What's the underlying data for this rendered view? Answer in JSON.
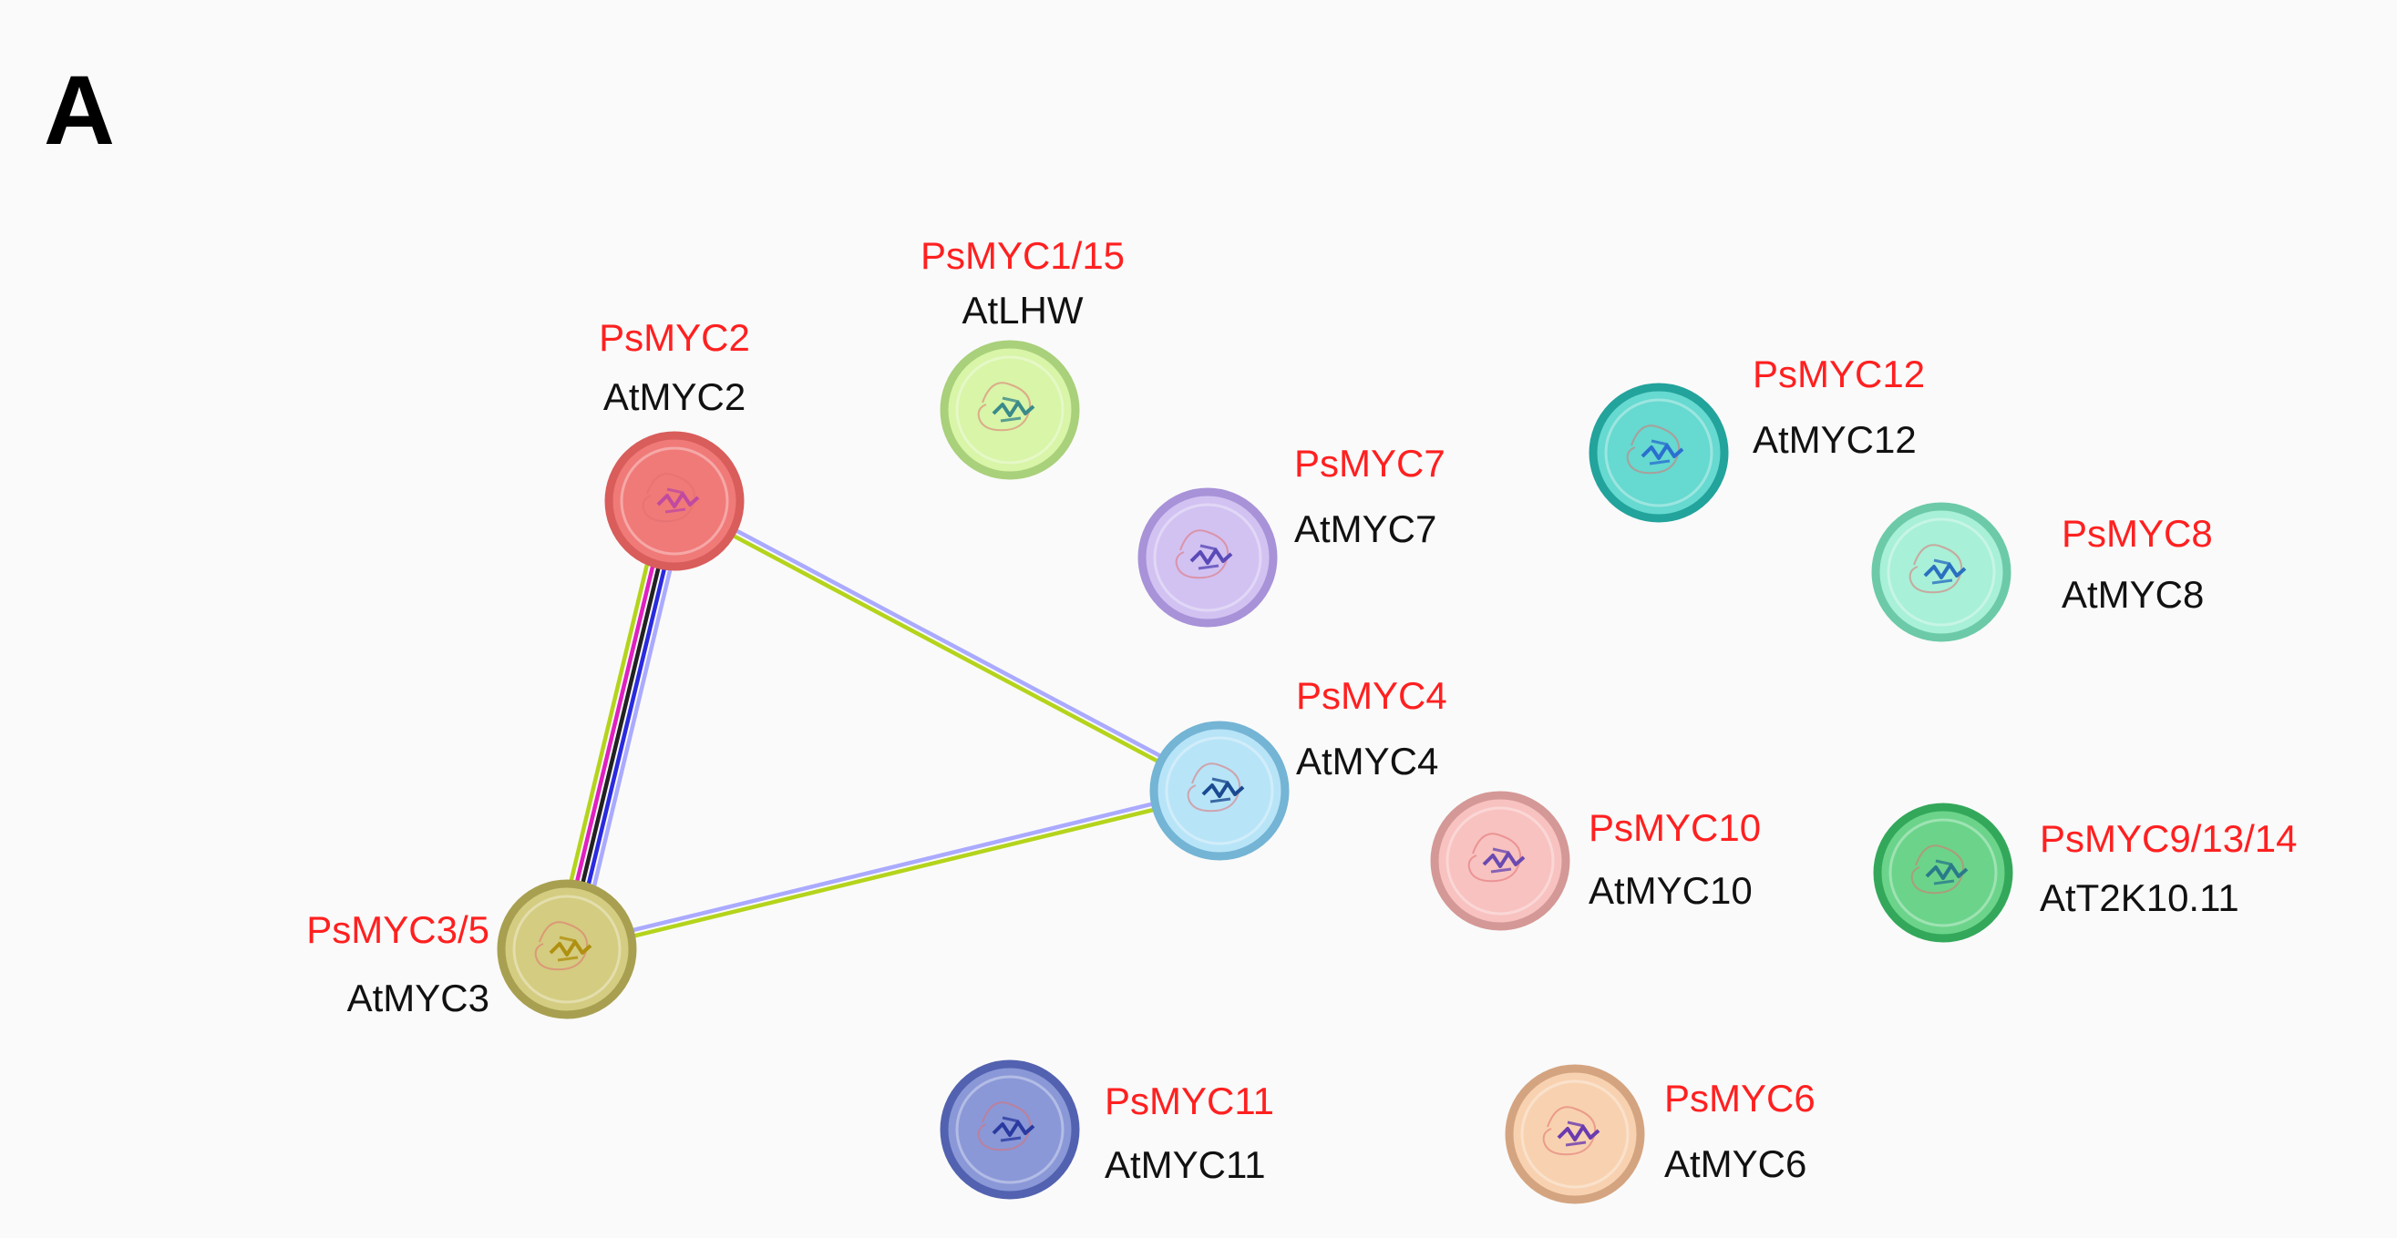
{
  "panel_label": "A",
  "colors": {
    "background": "#fafafa",
    "paralog_label": "#ff2020",
    "ortholog_label": "#111111"
  },
  "nodes": [
    {
      "id": "myc2",
      "ps": "PsMYC2",
      "at": "AtMYC2",
      "fill": "#f07a78",
      "stroke": "#d85d5b",
      "core": "#c04aa0"
    },
    {
      "id": "myc1",
      "ps": "PsMYC1/15",
      "at": "AtLHW",
      "fill": "#d8f5a8",
      "stroke": "#a9d07a",
      "core": "#3a8a8a"
    },
    {
      "id": "myc7",
      "ps": "PsMYC7",
      "at": "AtMYC7",
      "fill": "#d2c2f2",
      "stroke": "#a892d8",
      "core": "#5a4ab8"
    },
    {
      "id": "myc12",
      "ps": "PsMYC12",
      "at": "AtMYC12",
      "fill": "#66d9d0",
      "stroke": "#22a39c",
      "core": "#2a6fd0"
    },
    {
      "id": "myc8",
      "ps": "PsMYC8",
      "at": "AtMYC8",
      "fill": "#a8f0d8",
      "stroke": "#6ccaa8",
      "core": "#2a70c0"
    },
    {
      "id": "myc4",
      "ps": "PsMYC4",
      "at": "AtMYC4",
      "fill": "#b8e4f8",
      "stroke": "#74b4d4",
      "core": "#1a4a90"
    },
    {
      "id": "myc10",
      "ps": "PsMYC10",
      "at": "AtMYC10",
      "fill": "#f8c2c0",
      "stroke": "#d49896",
      "core": "#6a4ab0"
    },
    {
      "id": "myc9",
      "ps": "PsMYC9/13/14",
      "at": "AtT2K10.11",
      "fill": "#6bd48a",
      "stroke": "#33a85a",
      "core": "#2a7a8a"
    },
    {
      "id": "myc3",
      "ps": "PsMYC3/5",
      "at": "AtMYC3",
      "fill": "#d4cc80",
      "stroke": "#a8a050",
      "core": "#b09010"
    },
    {
      "id": "myc11",
      "ps": "PsMYC11",
      "at": "AtMYC11",
      "fill": "#8a98d8",
      "stroke": "#5262b0",
      "core": "#2a3aa0"
    },
    {
      "id": "myc6",
      "ps": "PsMYC6",
      "at": "AtMYC6",
      "fill": "#f8d2b0",
      "stroke": "#d4a480",
      "core": "#6a3ab0"
    }
  ],
  "edges": [
    {
      "from": "myc2",
      "to": "myc4",
      "evidence_colors": [
        "#aaaaff",
        "#b4d41c"
      ]
    },
    {
      "from": "myc3",
      "to": "myc4",
      "evidence_colors": [
        "#aaaaff",
        "#b4d41c"
      ]
    },
    {
      "from": "myc2",
      "to": "myc3",
      "evidence_colors": [
        "#aaaaff",
        "#2a2ae0",
        "#222222",
        "#e020c0",
        "#b4d41c"
      ]
    }
  ]
}
